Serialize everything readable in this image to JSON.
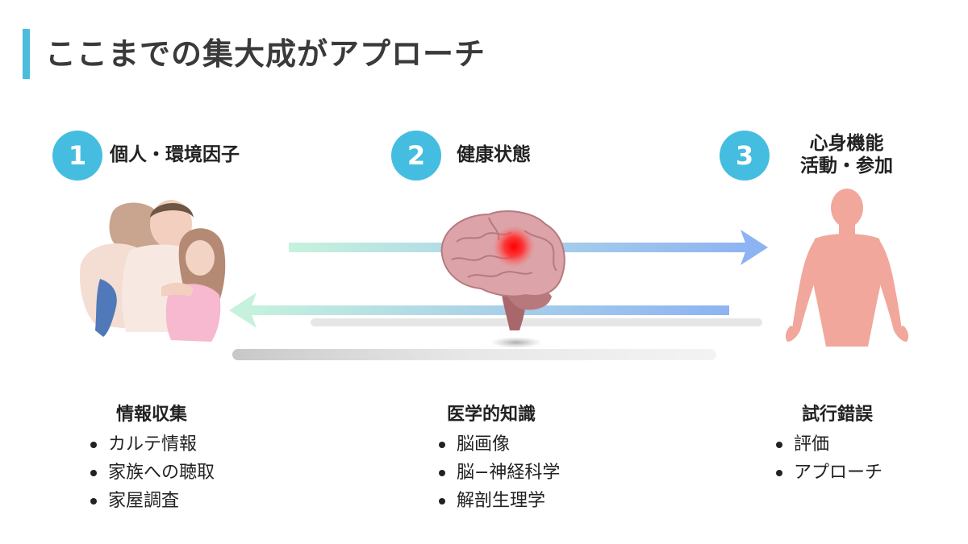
{
  "title": "ここまでの集大成がアプローチ",
  "columns": [
    {
      "number": "1",
      "label": "個人・環境因子"
    },
    {
      "number": "2",
      "label": "健康状態"
    },
    {
      "number": "3",
      "label_line1": "心身機能",
      "label_line2": "活動・参加"
    }
  ],
  "sections": [
    {
      "title": "情報収集",
      "items": [
        "カルテ情報",
        "家族への聴取",
        "家屋調査"
      ]
    },
    {
      "title": "医学的知識",
      "items": [
        "脳画像",
        "脳−神経科学",
        "解剖生理学"
      ]
    },
    {
      "title": "試行錯誤",
      "items": [
        "評価",
        "アプローチ"
      ]
    }
  ],
  "colors": {
    "accent": "#45bde0",
    "arrow_start": "#c2f0dc",
    "arrow_end": "#8eb4f2",
    "brain": "#d9a3a8",
    "lesion": "#ff1f1f",
    "body_figure": "#f1a79b"
  },
  "icons": [
    "family-illustration",
    "brain-illustration",
    "human-body-illustration",
    "right-arrow",
    "left-arrow"
  ]
}
